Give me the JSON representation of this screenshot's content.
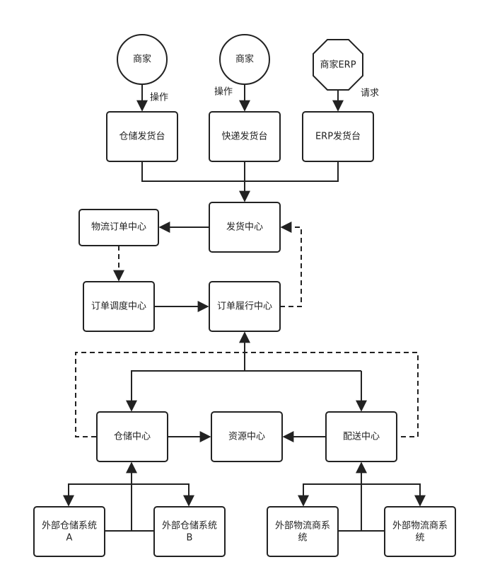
{
  "nodes": {
    "merchant_1": "商家",
    "merchant_2": "商家",
    "merchant_erp": "商家ERP",
    "warehouse_console": "仓储发货台",
    "express_console": "快递发货台",
    "erp_console": "ERP发货台",
    "shipping_center": "发货中心",
    "logistics_order_center": "物流订单中心",
    "order_dispatch_center": "订单调度中心",
    "order_fulfillment_center": "订单履行中心",
    "warehouse_center": "仓储中心",
    "resource_center": "资源中心",
    "delivery_center": "配送中心",
    "ext_warehouse_a": [
      "外部仓储系统",
      "A"
    ],
    "ext_warehouse_b": [
      "外部仓储系统",
      "B"
    ],
    "ext_logistics_1": [
      "外部物流商系",
      "统"
    ],
    "ext_logistics_2": [
      "外部物流商系",
      "统"
    ]
  },
  "edge_labels": {
    "operate_1": "操作",
    "operate_2": "操作",
    "request": "请求"
  }
}
